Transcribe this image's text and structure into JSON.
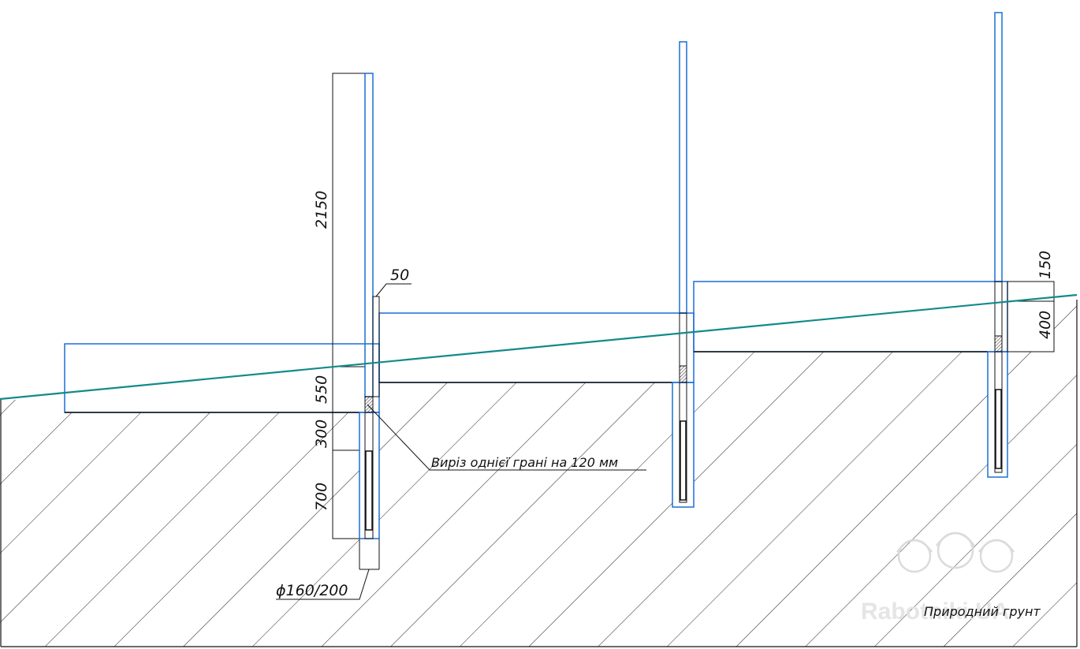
{
  "colors": {
    "line": "#111111",
    "pipe": "#1a6fd6",
    "grade": "#138a8a",
    "hatch": "#222222",
    "watermark": "#e0e0e0"
  },
  "dimensions": {
    "height_2150": "2150",
    "offset_50": "50",
    "depth_550": "550",
    "depth_300": "300",
    "depth_700": "700",
    "height_150": "150",
    "height_400": "400",
    "diameter": "ϕ160/200"
  },
  "notes": {
    "cutout": "Виріз однієї грані на 120 мм",
    "natural_soil": "Природний грунт"
  },
  "watermark": {
    "text": "Rabotniki.UA",
    "icon": "builders-helmet-icon"
  }
}
